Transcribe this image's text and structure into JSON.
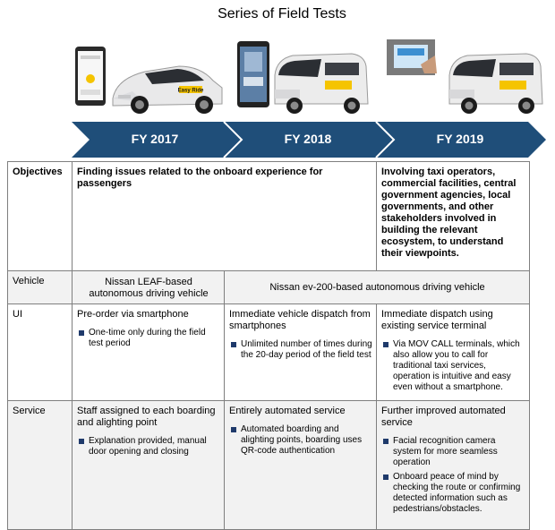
{
  "title": "Series of Field Tests",
  "colors": {
    "arrow": "#1f4e79",
    "cell_bg": "#f2f2f2",
    "bullet": "#1f3a6b"
  },
  "images": [
    {
      "name": "smartphone-app-and-nissan-leaf-car-image"
    },
    {
      "name": "smartphone-app-and-nissan-ev200-van-image"
    },
    {
      "name": "mov-call-terminal-and-nissan-ev200-van-image"
    }
  ],
  "years": [
    "FY 2017",
    "FY 2018",
    "FY 2019"
  ],
  "car_logo_text": "Easy Ride",
  "rows": {
    "objectives": {
      "label": "Objectives",
      "fy17_18": "Finding issues related to the onboard experience for passengers",
      "fy19": "Involving taxi operators, commercial facilities, central government agencies, local governments, and other stakeholders involved in building the relevant ecosystem, to understand their viewpoints."
    },
    "vehicle": {
      "label": "Vehicle",
      "fy17": "Nissan LEAF-based autonomous driving vehicle",
      "fy18_19": "Nissan ev-200-based autonomous driving vehicle"
    },
    "ui": {
      "label": "UI",
      "fy17": {
        "text": "Pre-order via smartphone",
        "bullets": [
          "One-time only during the field test period"
        ]
      },
      "fy18": {
        "text": "Immediate vehicle dispatch from smartphones",
        "bullets": [
          "Unlimited number of times during the 20-day period of the field test"
        ]
      },
      "fy19": {
        "text": "Immediate dispatch using existing service terminal",
        "bullets": [
          "Via MOV CALL terminals, which also allow you to call for traditional taxi services, operation is intuitive and easy even without a smartphone."
        ]
      }
    },
    "service": {
      "label": "Service",
      "fy17": {
        "text": "Staff assigned to each boarding and alighting point",
        "bullets": [
          "Explanation provided, manual door opening and closing"
        ]
      },
      "fy18": {
        "text": "Entirely automated service",
        "bullets": [
          "Automated boarding and alighting points, boarding uses QR-code authentication"
        ]
      },
      "fy19": {
        "text": "Further improved automated service",
        "bullets": [
          "Facial recognition camera system for more seamless operation",
          "Onboard peace of mind by checking the route or confirming detected information such as pedestrians/obstacles."
        ]
      }
    }
  }
}
